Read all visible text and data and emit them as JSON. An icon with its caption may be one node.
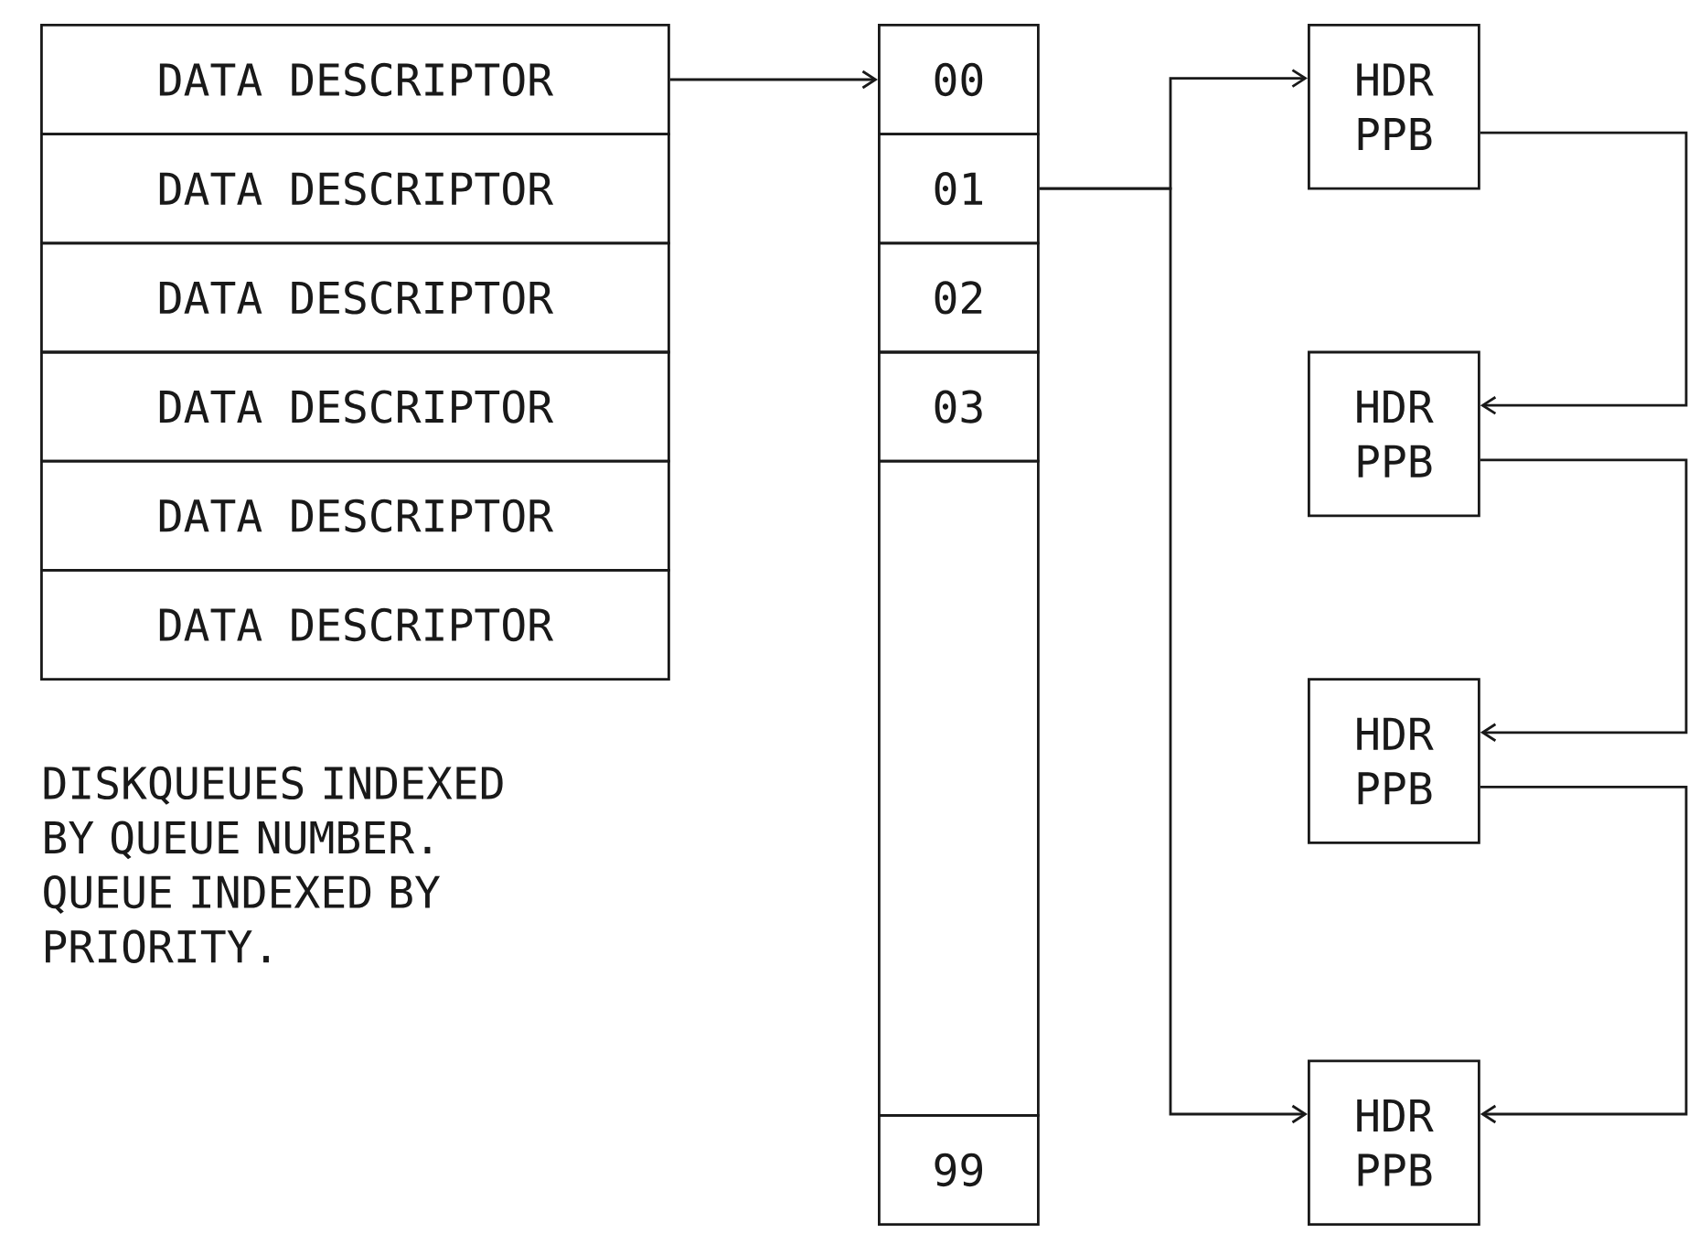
{
  "diagram": {
    "nodes": [
      {
        "text": [
          "DATA DESCRIPTOR"
        ]
      },
      {
        "text": [
          "DATA DESCRIPTOR"
        ]
      },
      {
        "text": [
          "DATA DESCRIPTOR"
        ]
      },
      {
        "text": [
          "DATA DESCRIPTOR"
        ]
      },
      {
        "text": [
          "DATA DESCRIPTOR"
        ]
      },
      {
        "text": [
          "DATA DESCRIPTOR"
        ]
      },
      {
        "text": [
          "00"
        ]
      },
      {
        "text": [
          "01"
        ]
      },
      {
        "text": [
          "02"
        ]
      },
      {
        "text": [
          "03"
        ]
      },
      {
        "text": [],
        "shape": "box"
      },
      {
        "text": [
          "99"
        ]
      },
      {
        "text": [
          "HDR",
          "PPB"
        ]
      },
      {
        "text": [
          "HDR",
          "PPB"
        ]
      },
      {
        "text": [
          "HDR",
          "PPB"
        ]
      },
      {
        "text": [
          "HDR",
          "PPB"
        ]
      }
    ],
    "edges": [
      {
        "from": 0,
        "to": 6,
        "arrow": "to"
      },
      {
        "from": 7,
        "to": 12,
        "arrow": "to"
      },
      {
        "from": 7,
        "to": 15,
        "arrow": "to"
      },
      {
        "from": 12,
        "to": 13,
        "arrow": "to"
      },
      {
        "from": 13,
        "to": 14,
        "arrow": "to"
      },
      {
        "from": 14,
        "to": 15,
        "arrow": "to"
      }
    ],
    "labels": [
      "DISKQUEUES INDEXED BY QUEUE NUMBER. QUEUE INDEXED BY PRIORITY."
    ]
  }
}
